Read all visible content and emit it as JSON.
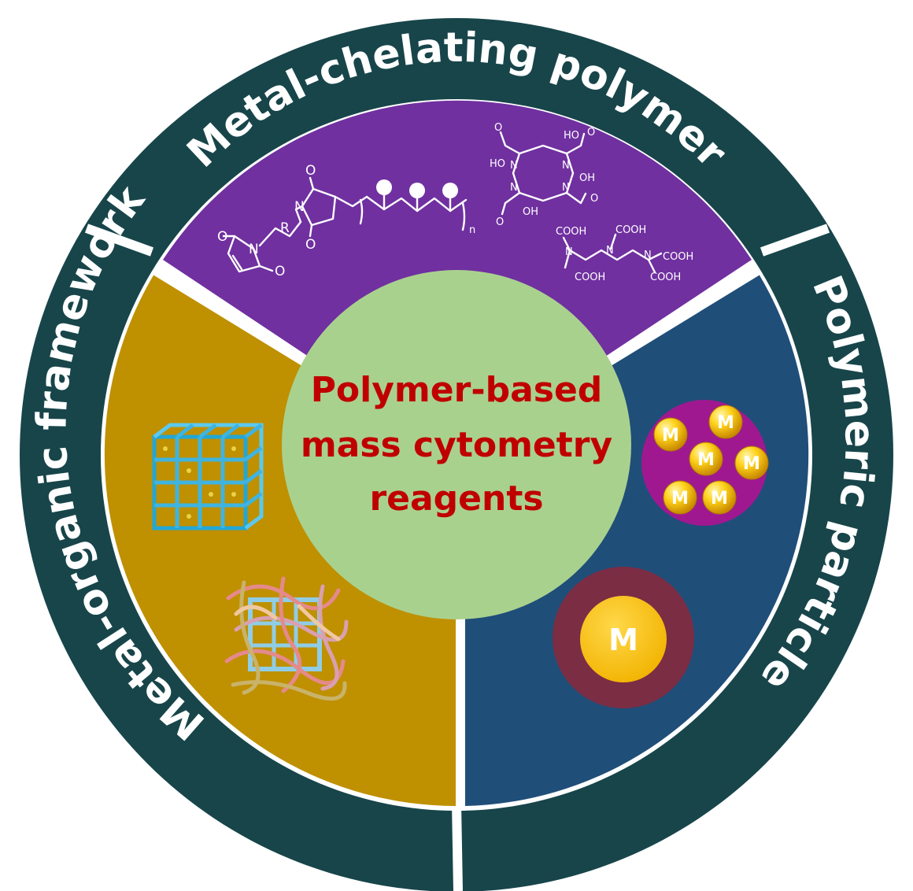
{
  "ring_labels": {
    "top": "Metal-chelating polymer",
    "left": "Metal-organic framework",
    "right": "Polymeric particle"
  },
  "center": {
    "line1": "Polymer-based",
    "line2": "mass cytometry",
    "line3": "reagents"
  },
  "metal_symbol": "M",
  "colors": {
    "ring": "#17454a",
    "purple_sector": "#7030a0",
    "gold_sector": "#bf9000",
    "blue_sector": "#1f4e79",
    "center_circle": "#a9d18e",
    "center_text": "#c00000",
    "particle_magenta": "#a01890",
    "core_shell": "#7b2d44",
    "metal_core": "#ffc000"
  }
}
